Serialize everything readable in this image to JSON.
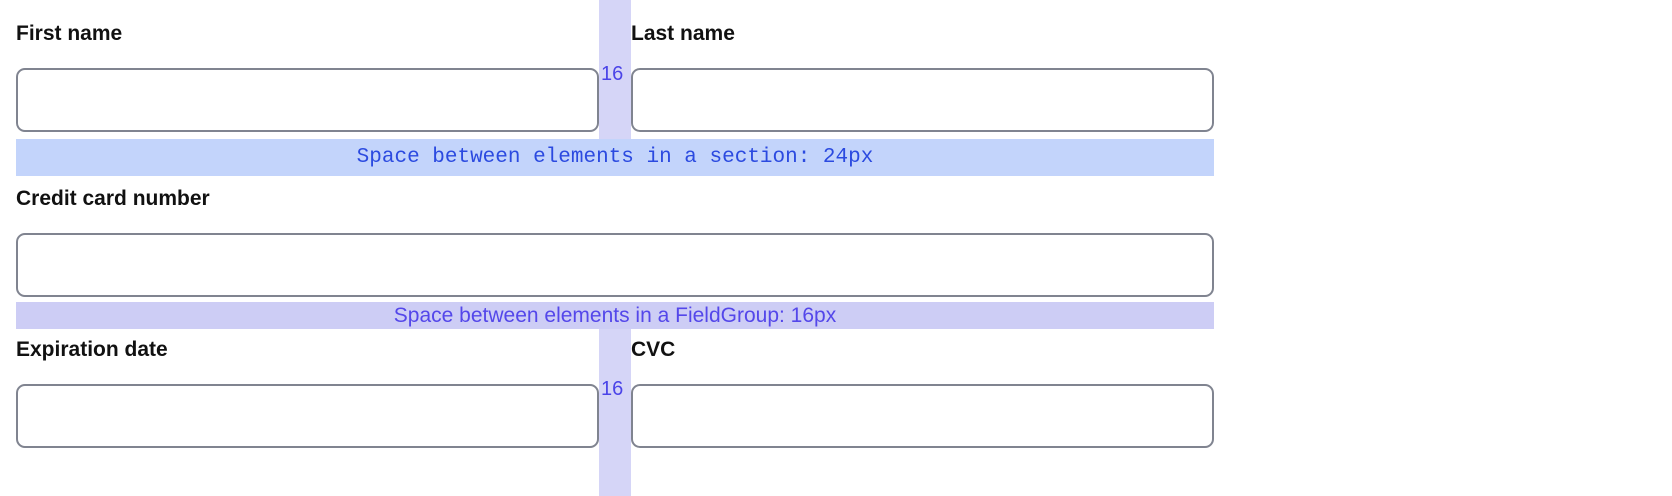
{
  "form": {
    "rows": [
      {
        "type": "two-column",
        "gutter_label": "16",
        "left": {
          "label": "First name",
          "value": "",
          "placeholder": ""
        },
        "right": {
          "label": "Last name",
          "value": "",
          "placeholder": ""
        }
      },
      {
        "type": "full-width",
        "field": {
          "label": "Credit card number",
          "value": "",
          "placeholder": ""
        }
      },
      {
        "type": "two-column",
        "gutter_label": "16",
        "left": {
          "label": "Expiration date",
          "value": "",
          "placeholder": ""
        },
        "right": {
          "label": "CVC",
          "value": "",
          "placeholder": ""
        }
      }
    ]
  },
  "annotations": {
    "section_gap": {
      "text": "Space between elements in a section: 24px",
      "value": "24px",
      "band_color": "#c3d4fb",
      "text_color": "#2b4ae0"
    },
    "fieldgroup_gap": {
      "text": "Space between elements in a FieldGroup: 16px",
      "value": "16px",
      "band_color": "#cdcdf5",
      "text_color": "#5447ea"
    },
    "gutter": {
      "value": "16",
      "band_color": "#d5d5f7",
      "text_color": "#4b44e8"
    }
  }
}
